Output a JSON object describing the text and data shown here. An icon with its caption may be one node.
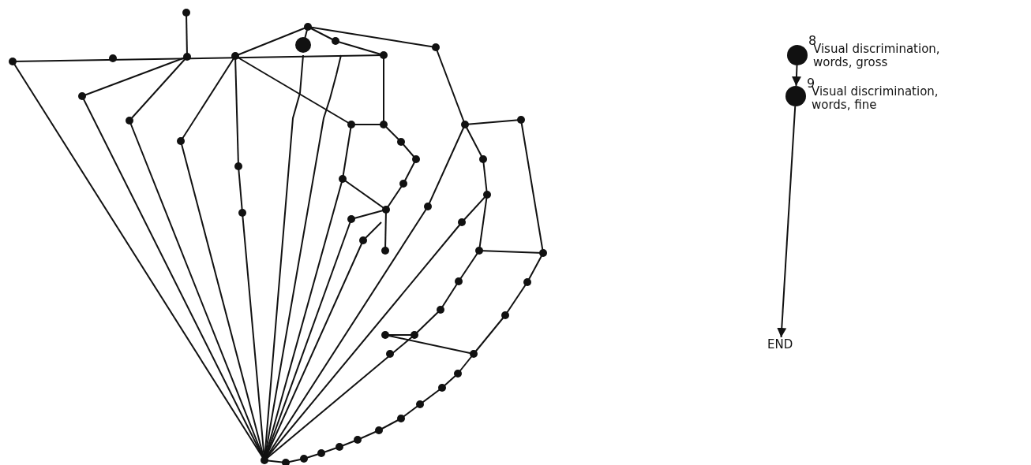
{
  "diagram": {
    "nodes": [
      {
        "text": [],
        "shape": "circle",
        "beside": [
          "8",
          "Visual discrimination, words, gross"
        ]
      },
      {
        "text": [],
        "shape": "circle",
        "beside": [
          "9",
          "Visual discrimination, words, fine"
        ]
      },
      {
        "text": [
          "END"
        ]
      }
    ],
    "edges": [
      {
        "from": 0,
        "to": 1,
        "arrow": "to"
      },
      {
        "from": 1,
        "to": 2,
        "arrow": "to"
      }
    ]
  }
}
